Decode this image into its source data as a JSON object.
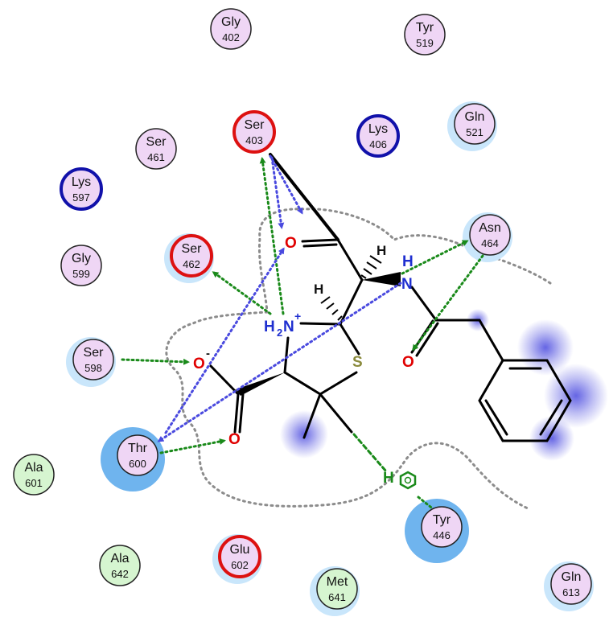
{
  "diagram": {
    "residues": [
      {
        "id": "gly-402",
        "name": "Gly",
        "number": "402",
        "type": "polar",
        "halo": false
      },
      {
        "id": "tyr-519",
        "name": "Tyr",
        "number": "519",
        "type": "polar",
        "halo": false
      },
      {
        "id": "ser-403",
        "name": "Ser",
        "number": "403",
        "type": "acidic",
        "halo": false
      },
      {
        "id": "lys-406",
        "name": "Lys",
        "number": "406",
        "type": "basic",
        "halo": false
      },
      {
        "id": "gln-521",
        "name": "Gln",
        "number": "521",
        "type": "polar",
        "halo": true
      },
      {
        "id": "ser-461",
        "name": "Ser",
        "number": "461",
        "type": "polar",
        "halo": false
      },
      {
        "id": "lys-597",
        "name": "Lys",
        "number": "597",
        "type": "basic",
        "halo": false
      },
      {
        "id": "ser-462",
        "name": "Ser",
        "number": "462",
        "type": "acidic",
        "halo": true
      },
      {
        "id": "asn-464",
        "name": "Asn",
        "number": "464",
        "type": "polar",
        "halo": true
      },
      {
        "id": "gly-599",
        "name": "Gly",
        "number": "599",
        "type": "polar",
        "halo": false
      },
      {
        "id": "ser-598",
        "name": "Ser",
        "number": "598",
        "type": "polar",
        "halo": true
      },
      {
        "id": "thr-600",
        "name": "Thr",
        "number": "600",
        "type": "polar",
        "halo": "large"
      },
      {
        "id": "ala-601",
        "name": "Ala",
        "number": "601",
        "type": "hydrophobic",
        "halo": false
      },
      {
        "id": "tyr-446",
        "name": "Tyr",
        "number": "446",
        "type": "polar",
        "halo": "large"
      },
      {
        "id": "ala-642",
        "name": "Ala",
        "number": "642",
        "type": "hydrophobic",
        "halo": false
      },
      {
        "id": "glu-602",
        "name": "Glu",
        "number": "602",
        "type": "acidic",
        "halo": true
      },
      {
        "id": "met-641",
        "name": "Met",
        "number": "641",
        "type": "hydrophobic",
        "halo": true
      },
      {
        "id": "gln-613",
        "name": "Gln",
        "number": "613",
        "type": "polar",
        "halo": true
      }
    ],
    "atoms": [
      {
        "id": "carbonyl-o-top",
        "text": "O",
        "color": "#e00000"
      },
      {
        "id": "amide-n",
        "text": "N",
        "color": "#1f2fd0"
      },
      {
        "id": "amide-n-h",
        "text": "H",
        "color": "#1f2fd0"
      },
      {
        "id": "nh2-h",
        "text": "H",
        "color": "#1f2fd0"
      },
      {
        "id": "nh2-sub",
        "text": "2",
        "color": "#1f2fd0"
      },
      {
        "id": "nh2-n",
        "text": "N",
        "color": "#1f2fd0"
      },
      {
        "id": "nh2-charge",
        "text": "+",
        "color": "#1f2fd0"
      },
      {
        "id": "ring-s",
        "text": "S",
        "color": "#8a8a3c"
      },
      {
        "id": "carboxylate-o-minus",
        "text": "O",
        "color": "#e00000"
      },
      {
        "id": "carboxylate-charge",
        "text": "-",
        "color": "#111111"
      },
      {
        "id": "carboxylate-o",
        "text": "O",
        "color": "#e00000"
      },
      {
        "id": "amide-carbonyl-o",
        "text": "O",
        "color": "#e00000"
      },
      {
        "id": "stereo-h-1",
        "text": "H",
        "color": "#111111"
      },
      {
        "id": "stereo-h-2",
        "text": "H",
        "color": "#111111"
      },
      {
        "id": "phenol-h",
        "text": "H",
        "color": "#1a8a1a"
      }
    ],
    "colors": {
      "polar_fill": "#efd6f5",
      "hydrophobic_fill": "#d6f5d0",
      "acidic_ring": "#dd1111",
      "basic_ring": "#1111aa",
      "halo": "#c9e6fb",
      "halo_large": "#6fb4ee",
      "hbond_sidechain": "#1a8a1a",
      "hbond_backbone": "#4a4adf",
      "pocket_line": "#8c8c8c",
      "exposure": "#4a4adf"
    }
  }
}
